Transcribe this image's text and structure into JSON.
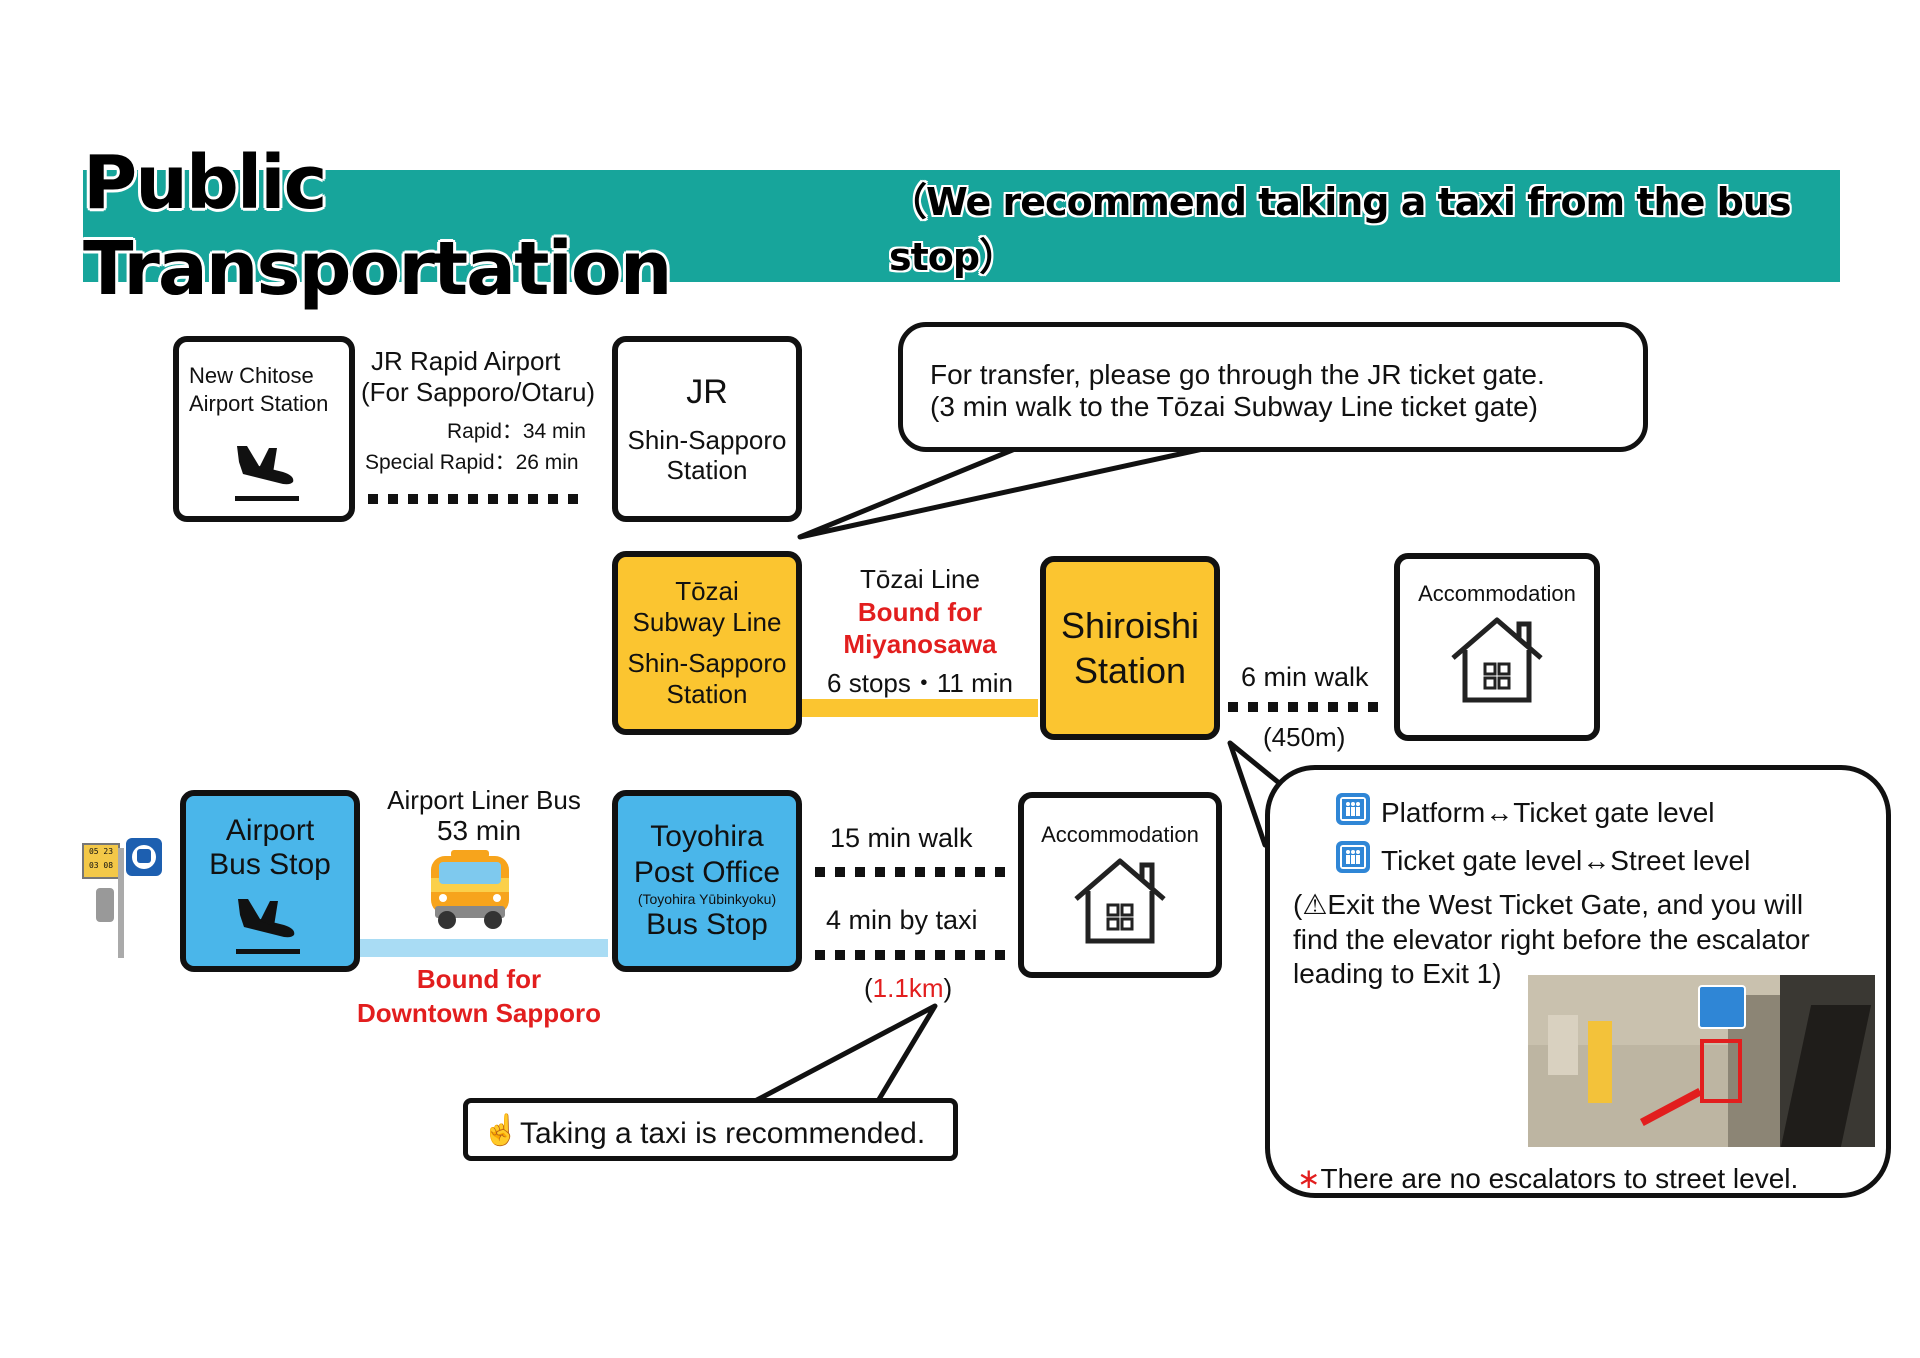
{
  "banner": {
    "title": "Public Transportation",
    "subtitle": "（We recommend taking a taxi from the bus stop）"
  },
  "rail": {
    "airport_station": [
      "New Chitose",
      "Airport Station"
    ],
    "jr_line": {
      "name": "JR Rapid Airport",
      "direction": "(For Sapporo/Otaru)",
      "rapid": "Rapid：34 min",
      "special_rapid": "Special Rapid：26 min"
    },
    "jr_station": [
      "JR",
      "Shin-Sapporo",
      "Station"
    ],
    "transfer_note": {
      "line1": "For transfer, please go through the JR ticket gate.",
      "line2": "(3 min walk to the Tōzai Subway Line ticket gate)"
    },
    "subway_station": {
      "line": [
        "Tōzai",
        "Subway Line"
      ],
      "station": [
        "Shin-Sapporo",
        "Station"
      ]
    },
    "subway_line": {
      "name": "Tōzai Line",
      "bound_line1": "Bound for",
      "bound_line2": "Miyanosawa",
      "stops": "6 stops・11 min"
    },
    "destination_station": [
      "Shiroishi",
      "Station"
    ],
    "walk": "6 min walk",
    "walk_distance": "(450m)",
    "accommodation": "Accommodation"
  },
  "bus": {
    "stop_sign_times": [
      "05 23",
      "03 08"
    ],
    "airport_stop": [
      "Airport",
      "Bus Stop"
    ],
    "line": {
      "name": "Airport Liner Bus",
      "duration": "53 min",
      "bound_line1": "Bound for",
      "bound_line2": "Downtown Sapporo"
    },
    "post_office_stop": {
      "line1": "Toyohira",
      "line2": "Post Office",
      "japanese": "(Toyohira Yūbinkyoku)",
      "line3": "Bus Stop"
    },
    "walk": "15 min walk",
    "taxi": "4 min by taxi",
    "distance": "1.1km",
    "accommodation": "Accommodation",
    "taxi_note": "Taking a taxi is recommended."
  },
  "elevator_note": {
    "row1": "Platform↔Ticket gate level",
    "row2": "Ticket gate level↔Street level",
    "detail_line1": "(⚠Exit the West Ticket Gate, and you will",
    "detail_line2": "find the elevator right before the escalator",
    "detail_line3": "leading to Exit 1)",
    "footnote": "There are no escalators to street level."
  },
  "colors": {
    "banner": "#17a59b",
    "subway_yellow": "#fbc530",
    "bus_blue": "#4ab6ea",
    "bound_red": "#e21e1e"
  },
  "icons": [
    "plane-arrival-icon",
    "house-icon",
    "bus-icon",
    "elevator-icon",
    "warning-icon",
    "pointing-hand-icon",
    "bus-stop-sign-icon"
  ]
}
